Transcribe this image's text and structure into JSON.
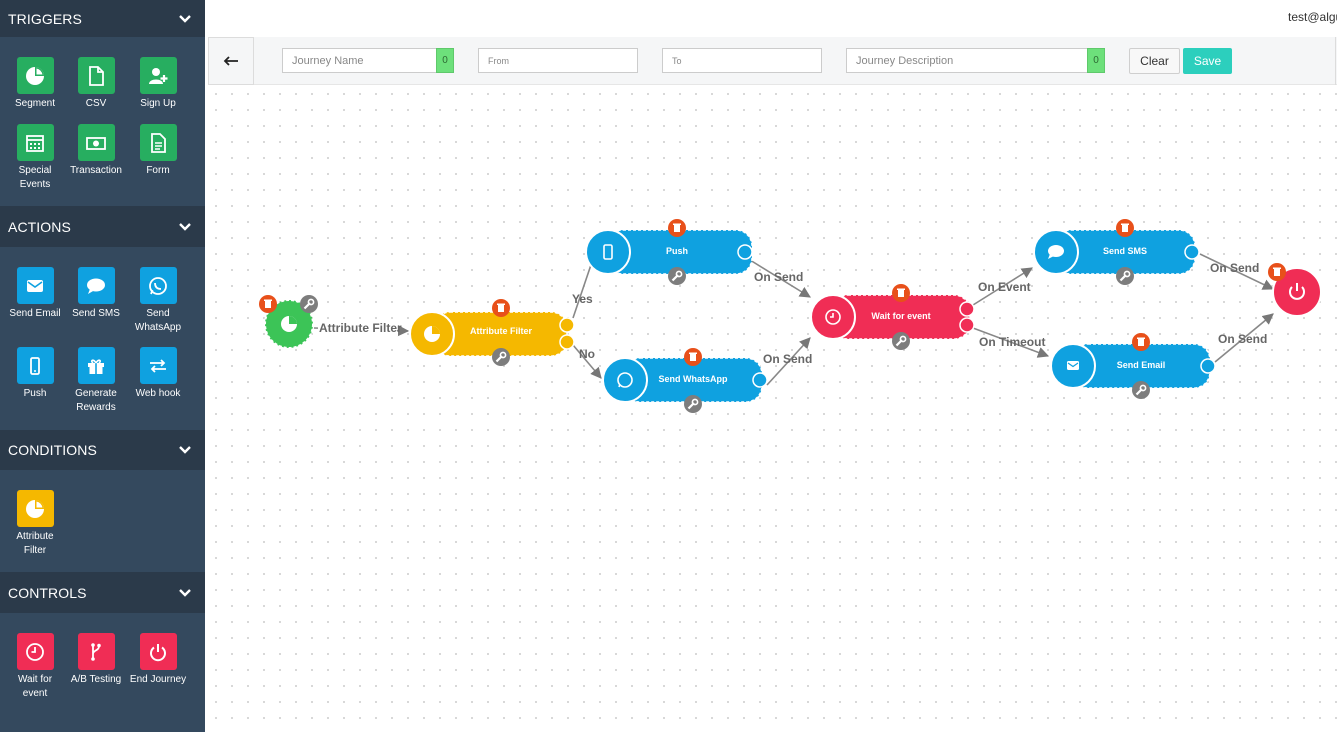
{
  "user": {
    "email": "test@algu"
  },
  "sidebar": {
    "sections": [
      {
        "title": "TRIGGERS",
        "items": [
          {
            "label": "Segment"
          },
          {
            "label": "CSV"
          },
          {
            "label": "Sign Up"
          },
          {
            "label": "Special Events"
          },
          {
            "label": "Transaction"
          },
          {
            "label": "Form"
          }
        ]
      },
      {
        "title": "ACTIONS",
        "items": [
          {
            "label": "Send Email"
          },
          {
            "label": "Send SMS"
          },
          {
            "label": "Send WhatsApp"
          },
          {
            "label": "Push"
          },
          {
            "label": "Generate Rewards"
          },
          {
            "label": "Web hook"
          }
        ]
      },
      {
        "title": "CONDITIONS",
        "items": [
          {
            "label": "Attribute Filter"
          }
        ]
      },
      {
        "title": "CONTROLS",
        "items": [
          {
            "label": "Wait for event"
          },
          {
            "label": "A/B Testing"
          },
          {
            "label": "End Journey"
          }
        ]
      }
    ]
  },
  "toolbar": {
    "journey_name_placeholder": "Journey Name",
    "journey_name_count": "0",
    "from_placeholder": "From",
    "to_placeholder": "To",
    "description_placeholder": "Journey Description",
    "description_count": "0",
    "clear_label": "Clear",
    "save_label": "Save"
  },
  "flow": {
    "nodes": {
      "attribute_filter": "Attribute Filter",
      "push": "Push",
      "send_whatsapp": "Send WhatsApp",
      "wait_for_event": "Wait for event",
      "send_sms": "Send SMS",
      "send_email": "Send Email"
    },
    "edges": {
      "start_to_filter": "Attribute Filter",
      "yes": "Yes",
      "no": "No",
      "push_on_send": "On Send",
      "whatsapp_on_send": "On Send",
      "on_event": "On Event",
      "on_timeout": "On Timeout",
      "sms_on_send": "On Send",
      "email_on_send": "On Send"
    }
  },
  "colors": {
    "sidebar_bg": "#34495e",
    "section_header_bg": "#2b3a4a",
    "trigger_green": "#27ae60",
    "action_blue": "#0fa1e0",
    "condition_yellow": "#f5b800",
    "control_red": "#f02d55",
    "save_teal": "#2ccfbd",
    "delete_orange": "#e8501a",
    "edit_gray": "#7d7d7d"
  }
}
